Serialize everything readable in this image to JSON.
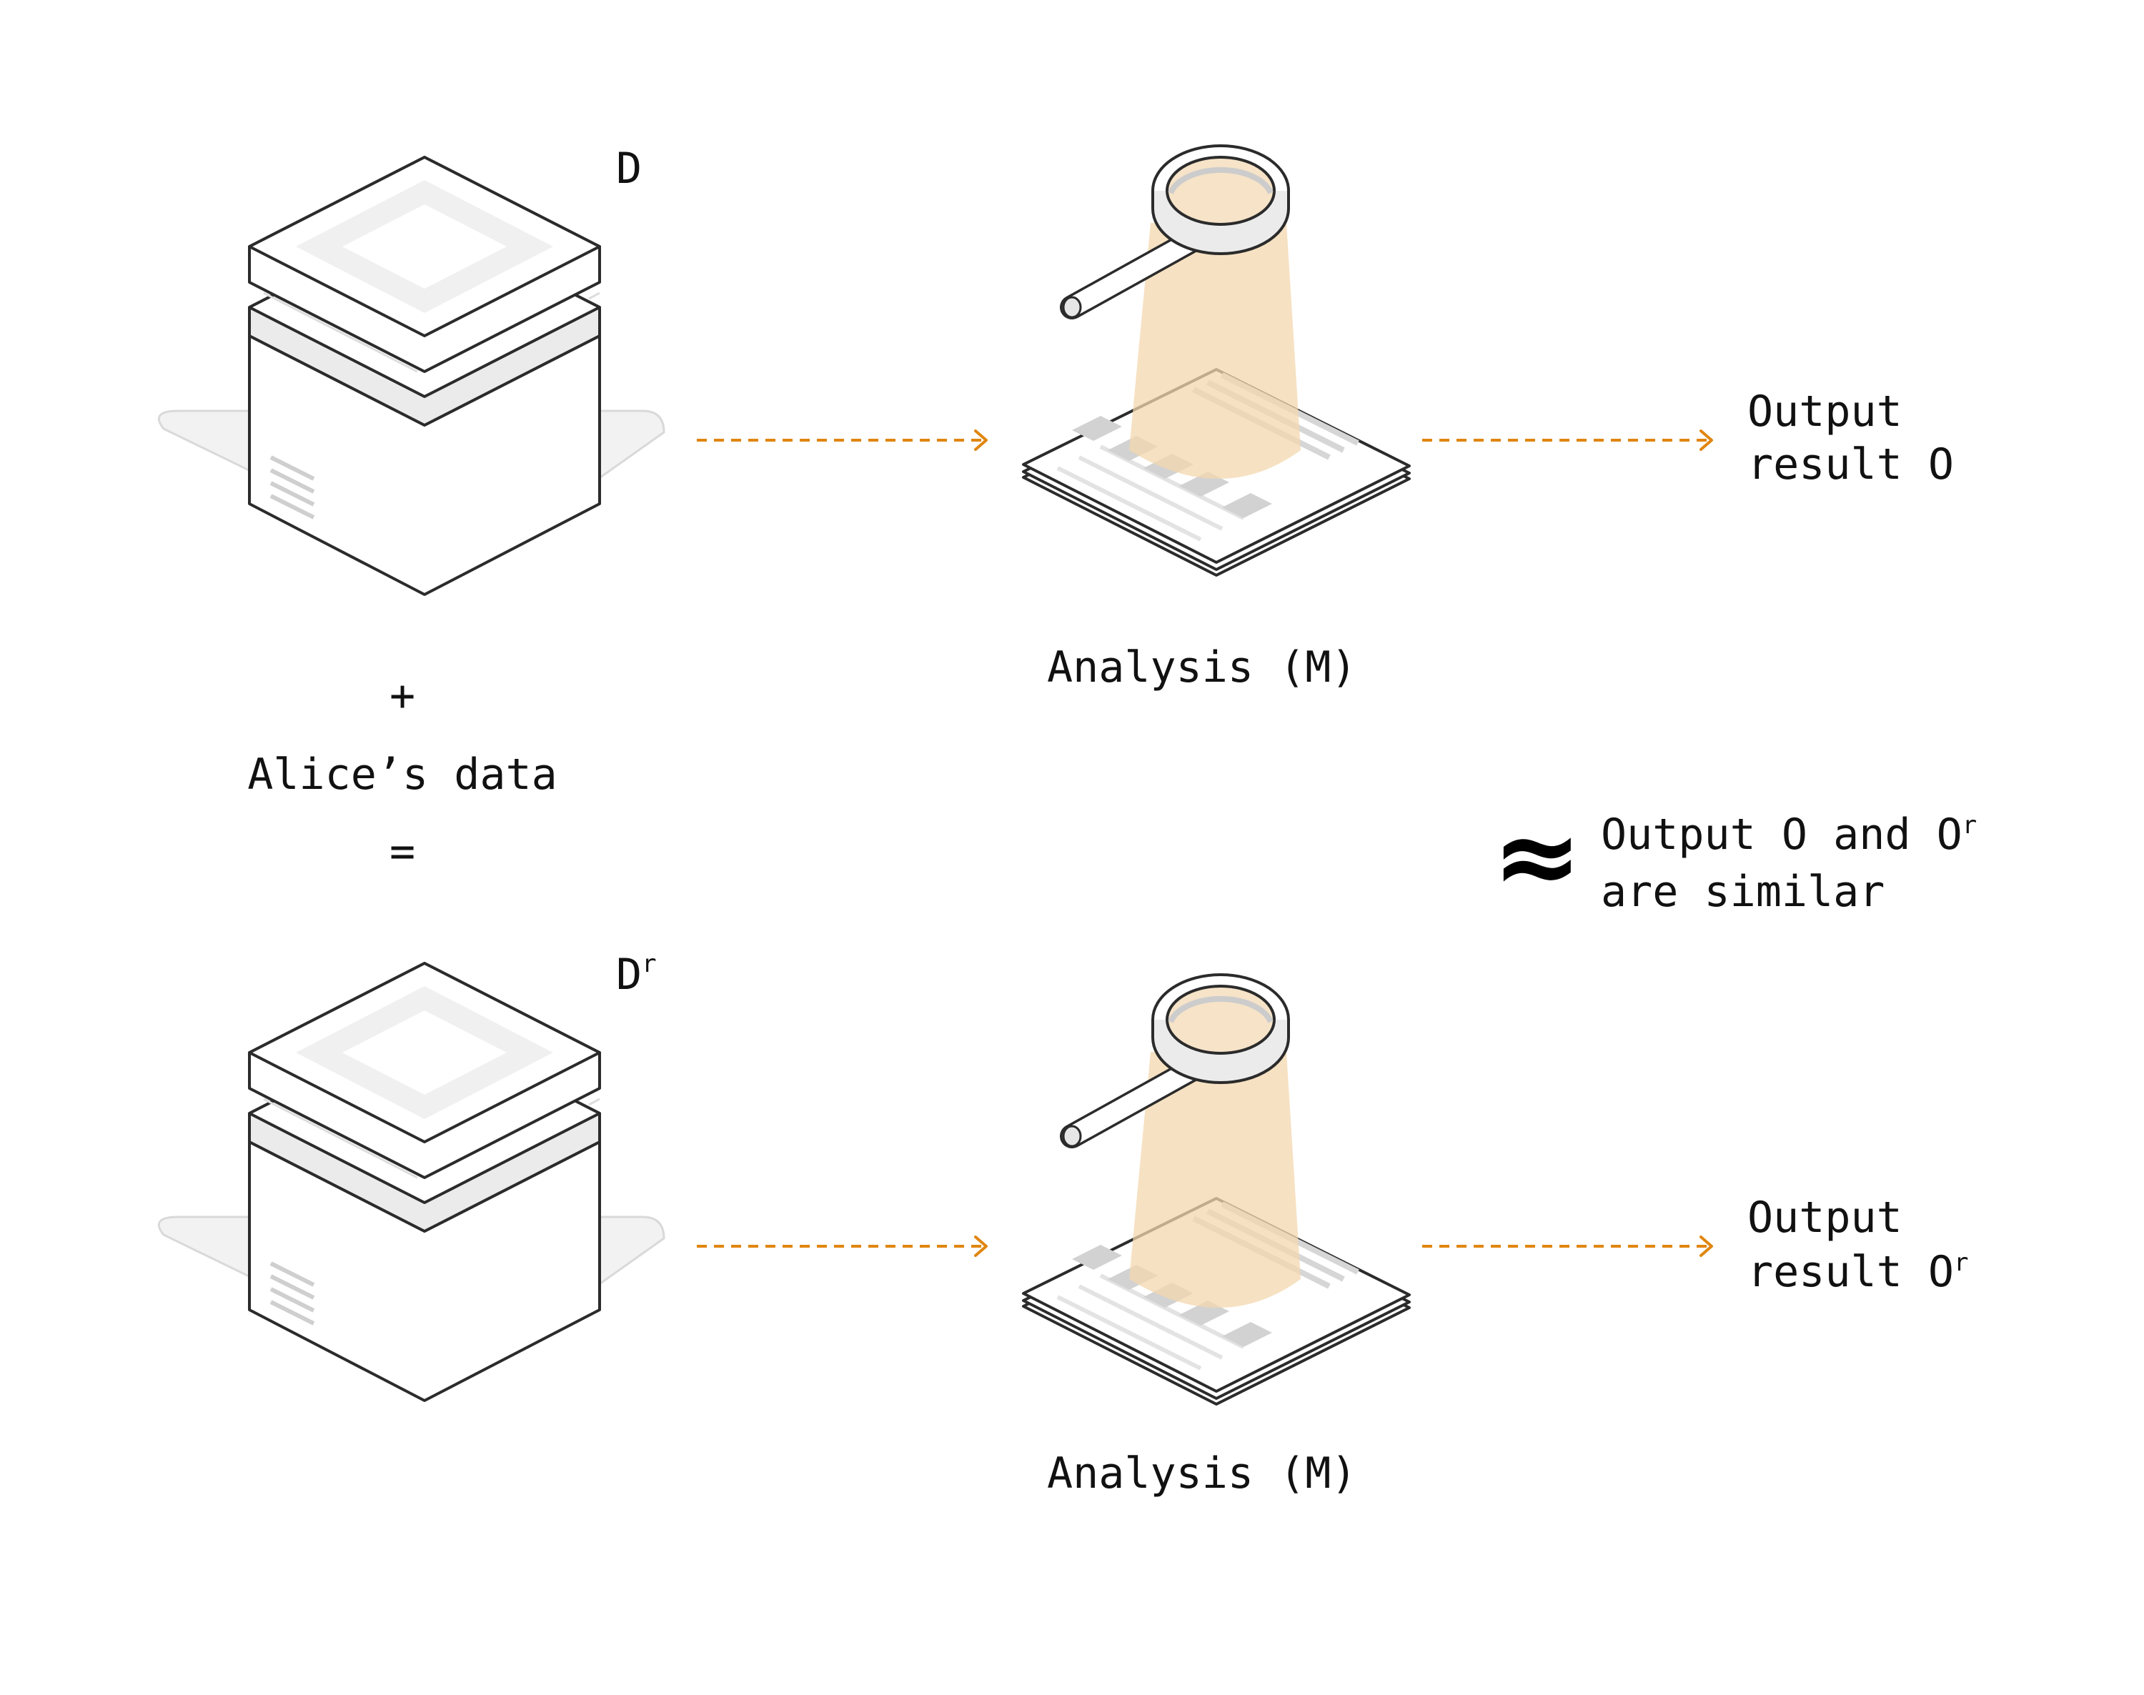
{
  "colors": {
    "accent": "#e0860f",
    "beam": "#f3d7ad",
    "lens": "#f6e3c8",
    "outline": "#2b2b2b",
    "base": "#f1f1f1",
    "bars": "#d2d2d2"
  },
  "database_top": {
    "label": "D",
    "icon": "database-icon"
  },
  "database_bottom": {
    "label": "D",
    "label_sup": "r",
    "icon": "database-icon"
  },
  "equation": {
    "plus": "+",
    "alice": "Alice’s data",
    "equals": "="
  },
  "analysis_top": {
    "label": "Analysis (M)",
    "icon": "magnifier-document-icon"
  },
  "analysis_bottom": {
    "label": "Analysis (M)",
    "icon": "magnifier-document-icon"
  },
  "output_top": {
    "line1": "Output",
    "line2": "result O"
  },
  "output_bottom": {
    "line1": "Output",
    "line2": "result O",
    "line2_sup": "r"
  },
  "similar": {
    "symbol": "≈",
    "line1": "Output O and O",
    "line1_sup": "r",
    "line2": "are similar"
  }
}
